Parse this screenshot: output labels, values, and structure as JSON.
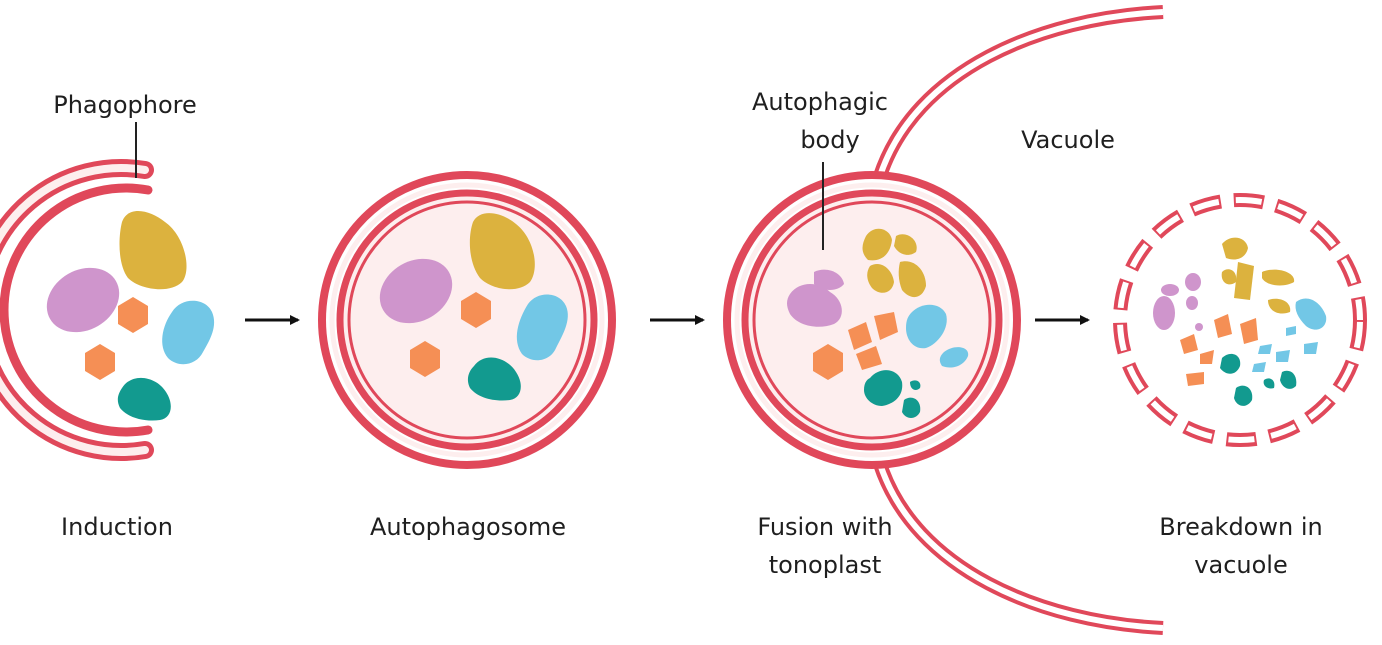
{
  "labels": {
    "phagophore": "Phagophore",
    "autophagic_body_line1": "Autophagic",
    "autophagic_body_line2": "body",
    "vacuole": "Vacuole"
  },
  "stages": [
    {
      "caption_line1": "Induction",
      "caption_line2": ""
    },
    {
      "caption_line1": "Autophagosome",
      "caption_line2": ""
    },
    {
      "caption_line1": "Fusion with",
      "caption_line2": "tonoplast"
    },
    {
      "caption_line1": "Breakdown in",
      "caption_line2": "vacuole"
    }
  ],
  "colors": {
    "membrane": "#e0485a",
    "lumen": "#fdeeee",
    "cargo_gold": "#dcb23e",
    "cargo_lilac": "#cf95cc",
    "cargo_orange": "#f58f55",
    "cargo_blue": "#72c7e6",
    "cargo_teal": "#129a8f",
    "arrow": "#111111"
  }
}
